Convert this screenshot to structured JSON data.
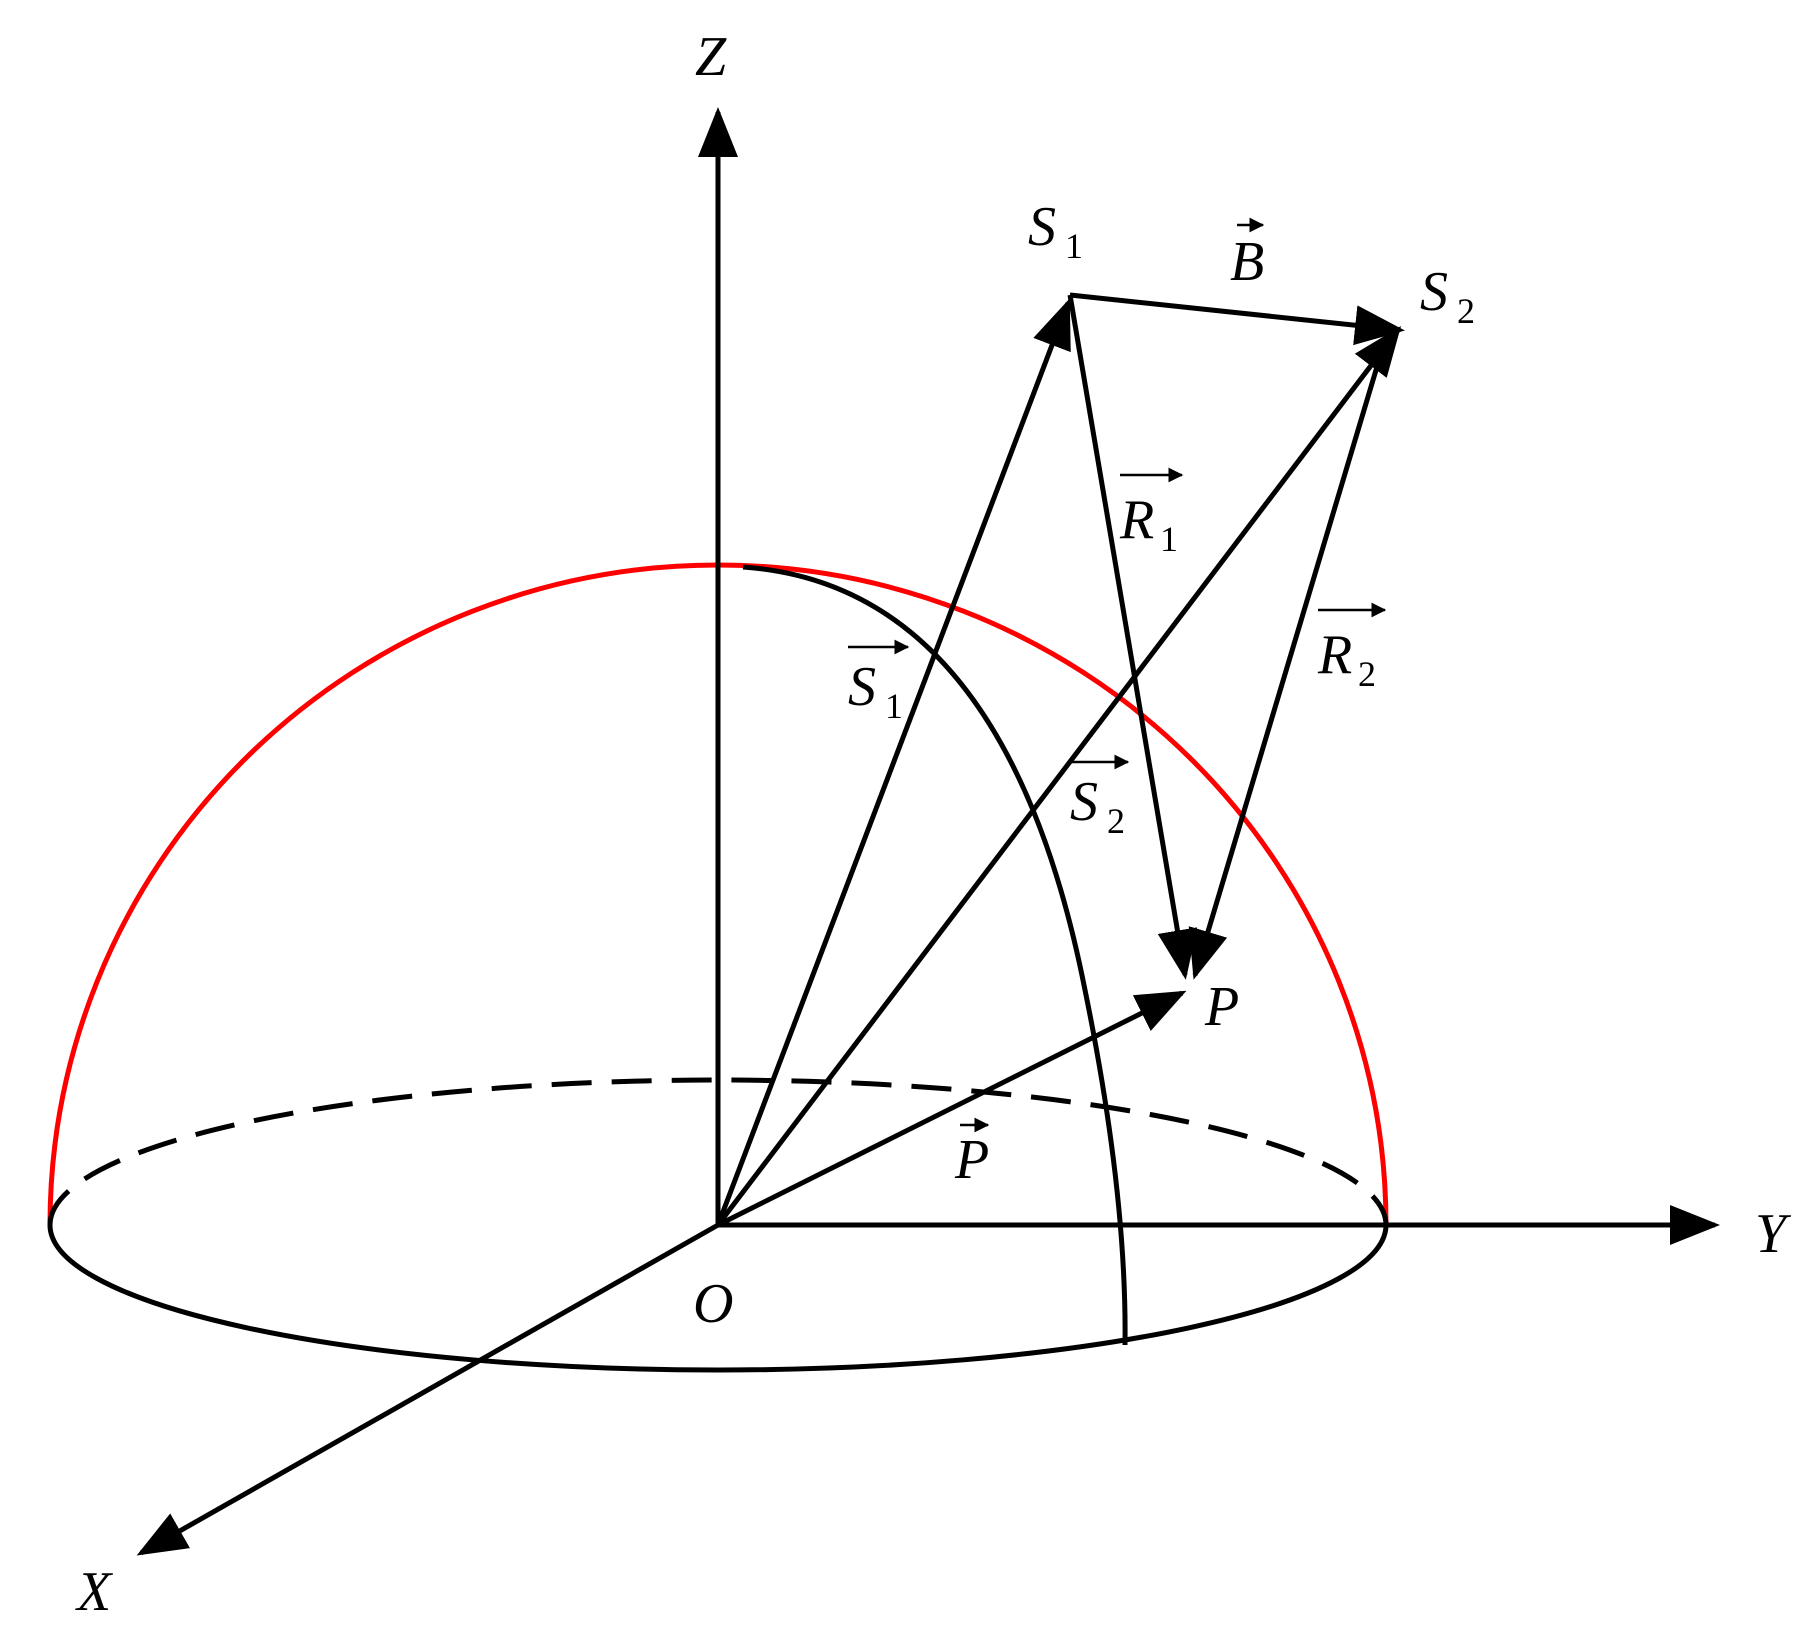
{
  "axes": {
    "x": "X",
    "y": "Y",
    "z": "Z",
    "origin": "O"
  },
  "points": {
    "s1": {
      "letter": "S",
      "sub": "1"
    },
    "s2": {
      "letter": "S",
      "sub": "2"
    },
    "p": "P"
  },
  "vectors": {
    "b": "B",
    "s1": {
      "letter": "S",
      "sub": "1"
    },
    "s2": {
      "letter": "S",
      "sub": "2"
    },
    "r1": {
      "letter": "R",
      "sub": "1"
    },
    "r2": {
      "letter": "R",
      "sub": "2"
    },
    "p": "P"
  },
  "colors": {
    "ink": "#000000",
    "hemisphere_edge": "#ff0000",
    "background": "#ffffff"
  }
}
